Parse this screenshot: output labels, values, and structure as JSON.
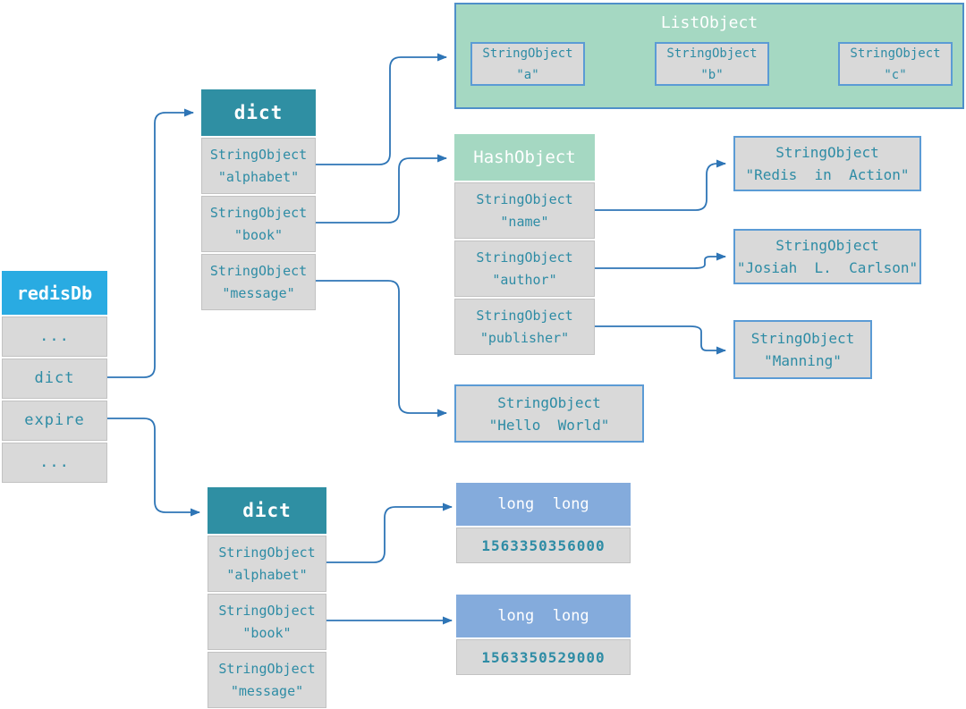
{
  "colors": {
    "redisdb_header": "#29ABE2",
    "dict_header": "#2F8FA3",
    "collection_header_green": "#A5D8C2",
    "longlong_header_blue": "#84ABDC",
    "cell_gray": "#D9D9D9",
    "string_box_border": "#5B9BD5",
    "connector_blue": "#2E75B6",
    "text_teal": "#2E8CA5"
  },
  "redisdb": {
    "title": "redisDb",
    "rows": [
      "...",
      "dict",
      "expire",
      "..."
    ]
  },
  "dict_top": {
    "title": "dict",
    "rows": [
      {
        "type": "StringObject",
        "value": "\"alphabet\""
      },
      {
        "type": "StringObject",
        "value": "\"book\""
      },
      {
        "type": "StringObject",
        "value": "\"message\""
      }
    ]
  },
  "list_object": {
    "title": "ListObject",
    "items": [
      {
        "type": "StringObject",
        "value": "\"a\""
      },
      {
        "type": "StringObject",
        "value": "\"b\""
      },
      {
        "type": "StringObject",
        "value": "\"c\""
      }
    ]
  },
  "hash_object": {
    "title": "HashObject",
    "rows": [
      {
        "type": "StringObject",
        "value": "\"name\""
      },
      {
        "type": "StringObject",
        "value": "\"author\""
      },
      {
        "type": "StringObject",
        "value": "\"publisher\""
      }
    ]
  },
  "hash_values": {
    "name": {
      "type": "StringObject",
      "value": "\"Redis  in  Action\""
    },
    "author": {
      "type": "StringObject",
      "value": "\"Josiah  L.  Carlson\""
    },
    "publisher": {
      "type": "StringObject",
      "value": "\"Manning\""
    }
  },
  "message_value": {
    "type": "StringObject",
    "value": "\"Hello  World\""
  },
  "dict_bottom": {
    "title": "dict",
    "rows": [
      {
        "type": "StringObject",
        "value": "\"alphabet\""
      },
      {
        "type": "StringObject",
        "value": "\"book\""
      },
      {
        "type": "StringObject",
        "value": "\"message\""
      }
    ]
  },
  "longlong_alphabet": {
    "title": "long  long",
    "value": "1563350356000"
  },
  "longlong_book": {
    "title": "long  long",
    "value": "1563350529000"
  }
}
